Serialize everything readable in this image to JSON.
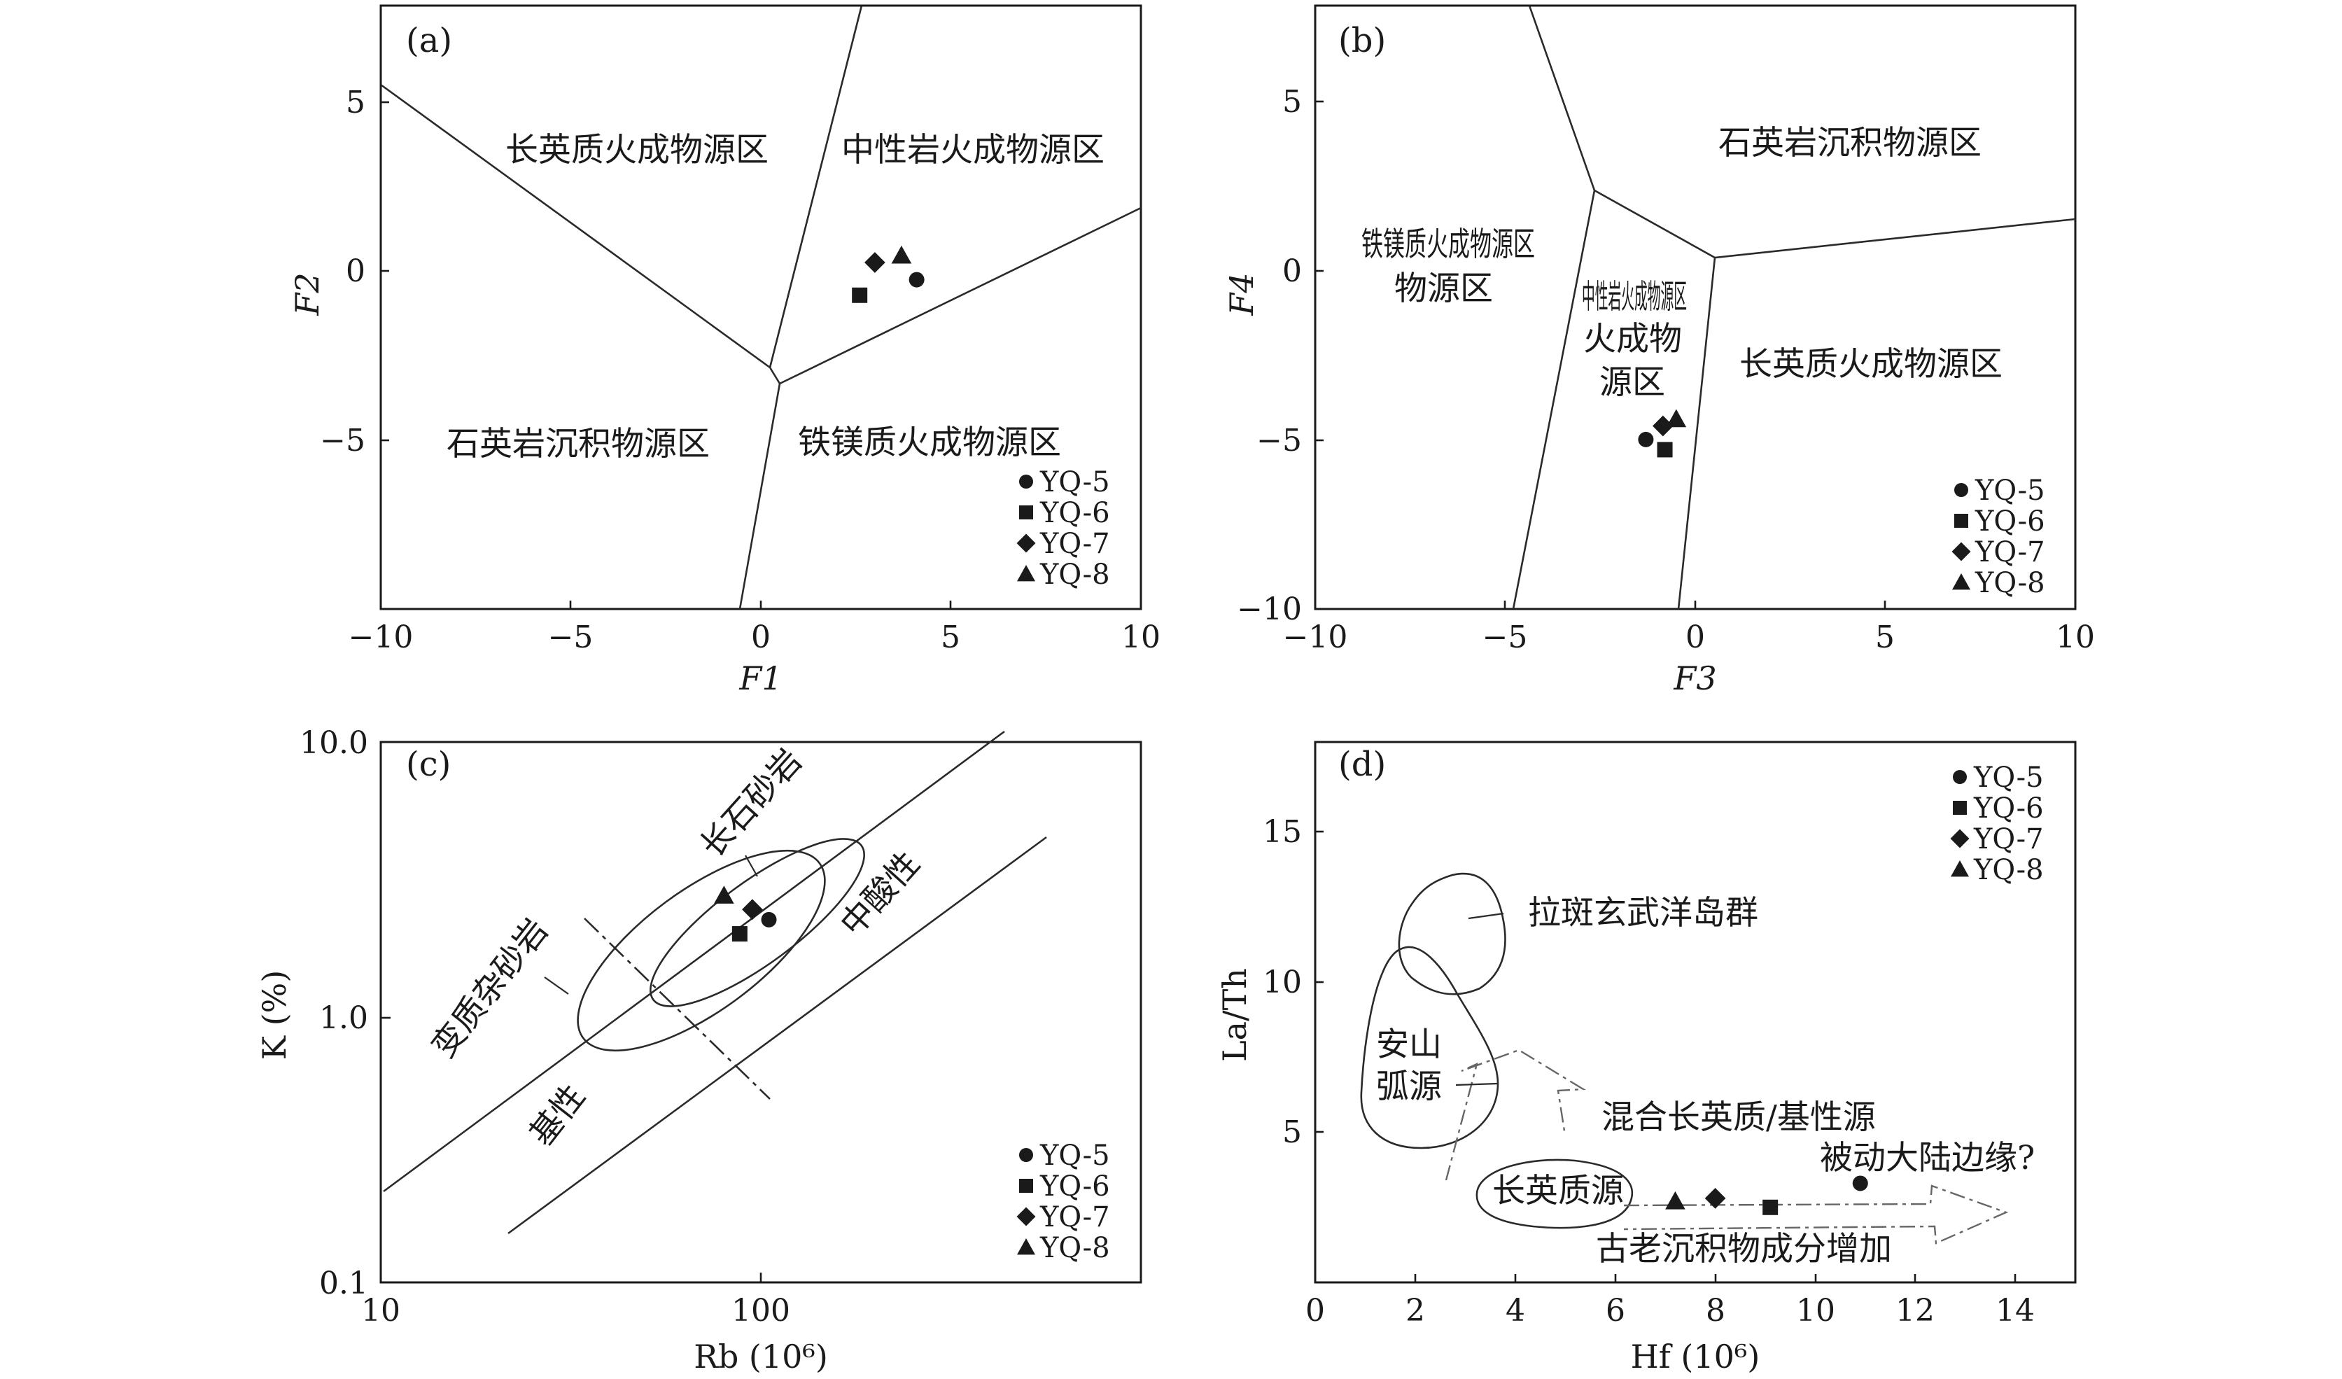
{
  "chart_data": [
    {
      "panel": "(a)",
      "type": "scatter",
      "xlabel": "F1",
      "ylabel": "F2",
      "xlim": [
        -10,
        10
      ],
      "ylim": [
        -10,
        7.5
      ],
      "xticks": [
        "−10",
        "−5",
        "0",
        "5",
        "10"
      ],
      "yticks": [
        "5",
        "0",
        "−5"
      ],
      "regions": [
        "长英质火成物源区",
        "中性岩火成物源区",
        "石英岩沉积物源区",
        "铁镁质火成物源区"
      ],
      "series": [
        {
          "name": "YQ-5",
          "marker": "circle",
          "x": [
            4.1
          ],
          "y": [
            -0.45
          ]
        },
        {
          "name": "YQ-6",
          "marker": "square",
          "x": [
            2.6
          ],
          "y": [
            -0.9
          ]
        },
        {
          "name": "YQ-7",
          "marker": "diamond",
          "x": [
            3.0
          ],
          "y": [
            0.05
          ]
        },
        {
          "name": "YQ-8",
          "marker": "triangle",
          "x": [
            3.7
          ],
          "y": [
            0.25
          ]
        }
      ],
      "legend_position": "bottom-right"
    },
    {
      "panel": "(b)",
      "type": "scatter",
      "xlabel": "F3",
      "ylabel": "F4",
      "xlim": [
        -10,
        10
      ],
      "ylim": [
        -10,
        7.8
      ],
      "xticks": [
        "−10",
        "−5",
        "0",
        "5",
        "10"
      ],
      "yticks": [
        "5",
        "0",
        "−5",
        "−10"
      ],
      "regions": [
        "石英岩沉积物源区",
        "铁镁质火成物源区",
        "中性岩火成物源区",
        "长英质火成物源区"
      ],
      "series": [
        {
          "name": "YQ-5",
          "marker": "circle",
          "x": [
            -1.3
          ],
          "y": [
            -5.0
          ]
        },
        {
          "name": "YQ-6",
          "marker": "square",
          "x": [
            -0.8
          ],
          "y": [
            -5.3
          ]
        },
        {
          "name": "YQ-7",
          "marker": "diamond",
          "x": [
            -0.85
          ],
          "y": [
            -4.6
          ]
        },
        {
          "name": "YQ-8",
          "marker": "triangle",
          "x": [
            -0.5
          ],
          "y": [
            -4.4
          ]
        }
      ],
      "legend_position": "bottom-right"
    },
    {
      "panel": "(c)",
      "type": "scatter",
      "xlabel": "Rb (10⁶)",
      "ylabel": "K (%)",
      "xscale": "log",
      "yscale": "log",
      "xlim": [
        10,
        1000
      ],
      "ylim": [
        0.1,
        10
      ],
      "xticks": [
        "10",
        "100"
      ],
      "yticks": [
        "10.0",
        "1.0",
        "0.1"
      ],
      "regions": [
        "长石砂岩",
        "变质杂砂岩",
        "中酸性",
        "基性"
      ],
      "series": [
        {
          "name": "YQ-5",
          "marker": "circle",
          "x": [
            105
          ],
          "y": [
            2.2
          ]
        },
        {
          "name": "YQ-6",
          "marker": "square",
          "x": [
            88
          ],
          "y": [
            1.95
          ]
        },
        {
          "name": "YQ-7",
          "marker": "diamond",
          "x": [
            95
          ],
          "y": [
            2.4
          ]
        },
        {
          "name": "YQ-8",
          "marker": "triangle",
          "x": [
            80
          ],
          "y": [
            2.7
          ]
        }
      ],
      "legend_position": "bottom-right"
    },
    {
      "panel": "(d)",
      "type": "scatter",
      "xlabel": "Hf (10⁶)",
      "ylabel": "La/Th",
      "xlim": [
        0,
        15.2
      ],
      "ylim": [
        0,
        18
      ],
      "xticks": [
        "0",
        "2",
        "4",
        "6",
        "8",
        "10",
        "12",
        "14"
      ],
      "yticks": [
        "5",
        "10",
        "15"
      ],
      "regions": [
        "拉斑玄武洋岛群",
        "安山",
        "弧源",
        "混合长英质/基性源",
        "被动大陆边缘?",
        "长英质源",
        "古老沉积物成分增加"
      ],
      "series": [
        {
          "name": "YQ-5",
          "marker": "circle",
          "x": [
            10.9
          ],
          "y": [
            3.3
          ]
        },
        {
          "name": "YQ-6",
          "marker": "square",
          "x": [
            9.1
          ],
          "y": [
            2.5
          ]
        },
        {
          "name": "YQ-7",
          "marker": "diamond",
          "x": [
            8.0
          ],
          "y": [
            2.8
          ]
        },
        {
          "name": "YQ-8",
          "marker": "triangle",
          "x": [
            7.2
          ],
          "y": [
            2.7
          ]
        }
      ],
      "legend_position": "top-right"
    }
  ]
}
